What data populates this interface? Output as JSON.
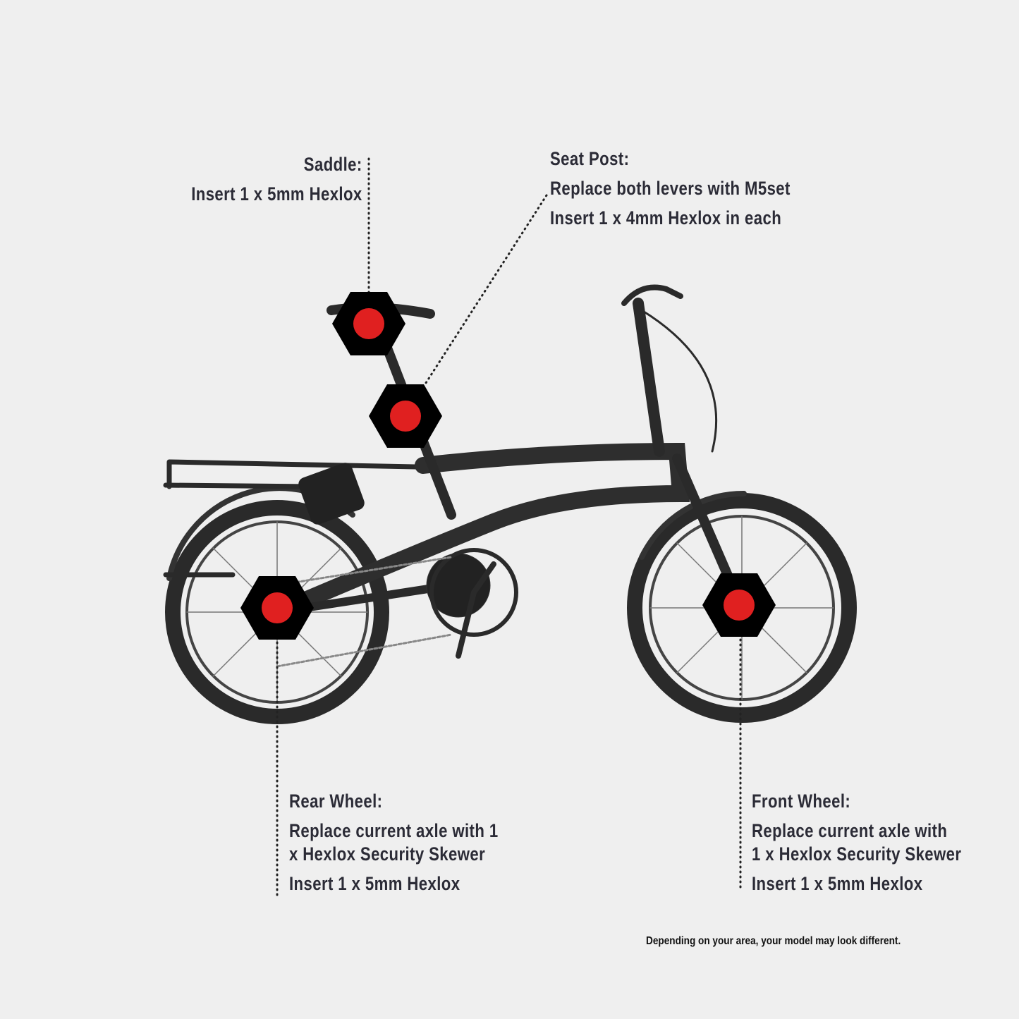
{
  "callouts": {
    "saddle": {
      "title": "Saddle:",
      "lines": [
        "Insert 1 x 5mm Hexlox"
      ]
    },
    "seat_post": {
      "title": "Seat Post:",
      "lines": [
        "Replace both levers with M5set",
        "Insert 1 x 4mm Hexlox in each"
      ]
    },
    "rear_wheel": {
      "title": "Rear Wheel:",
      "lines": [
        "Replace current axle with 1",
        "x Hexlox Security Skewer",
        "Insert 1 x 5mm Hexlox"
      ]
    },
    "front_wheel": {
      "title": "Front Wheel:",
      "lines": [
        "Replace current axle with",
        "1 x Hexlox Security Skewer",
        "Insert  1 x 5mm Hexlox"
      ]
    }
  },
  "footnote": "Depending on your area, your model may look different.",
  "colors": {
    "background": "#efefef",
    "hex_marker": "#000000",
    "marker_dot": "#e02020",
    "text": "#2b2b36"
  }
}
